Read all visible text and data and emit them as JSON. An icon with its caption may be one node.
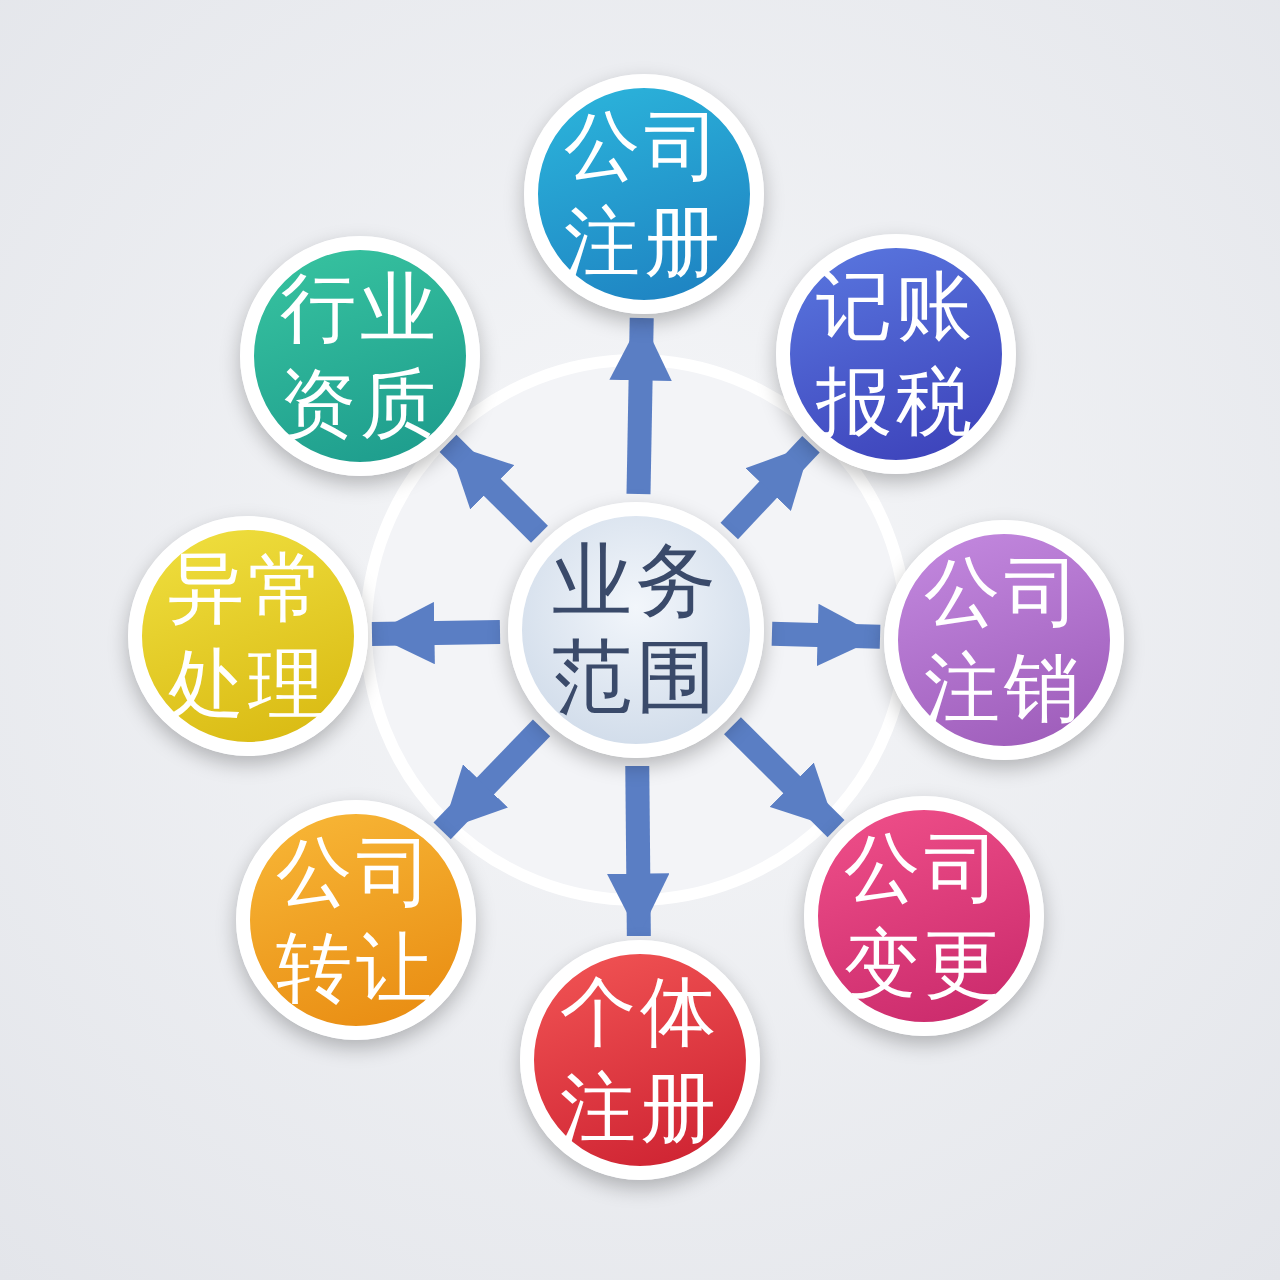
{
  "diagram": {
    "nodes": [
      {
        "text": [
          "业务范围"
        ]
      },
      {
        "text": [
          "公司注册"
        ]
      },
      {
        "text": [
          "记账报税"
        ]
      },
      {
        "text": [
          "公司注销"
        ]
      },
      {
        "text": [
          "公司变更"
        ]
      },
      {
        "text": [
          "个体注册"
        ]
      },
      {
        "text": [
          "公司转让"
        ]
      },
      {
        "text": [
          "异常处理"
        ]
      },
      {
        "text": [
          "行业资质"
        ]
      }
    ],
    "edges": [
      {
        "from": 0,
        "to": 1,
        "arrow": "to"
      },
      {
        "from": 0,
        "to": 2,
        "arrow": "to"
      },
      {
        "from": 0,
        "to": 3,
        "arrow": "to"
      },
      {
        "from": 0,
        "to": 4,
        "arrow": "to"
      },
      {
        "from": 0,
        "to": 5,
        "arrow": "to"
      },
      {
        "from": 0,
        "to": 6,
        "arrow": "to"
      },
      {
        "from": 0,
        "to": 7,
        "arrow": "to"
      },
      {
        "from": 0,
        "to": 8,
        "arrow": "to"
      }
    ]
  }
}
